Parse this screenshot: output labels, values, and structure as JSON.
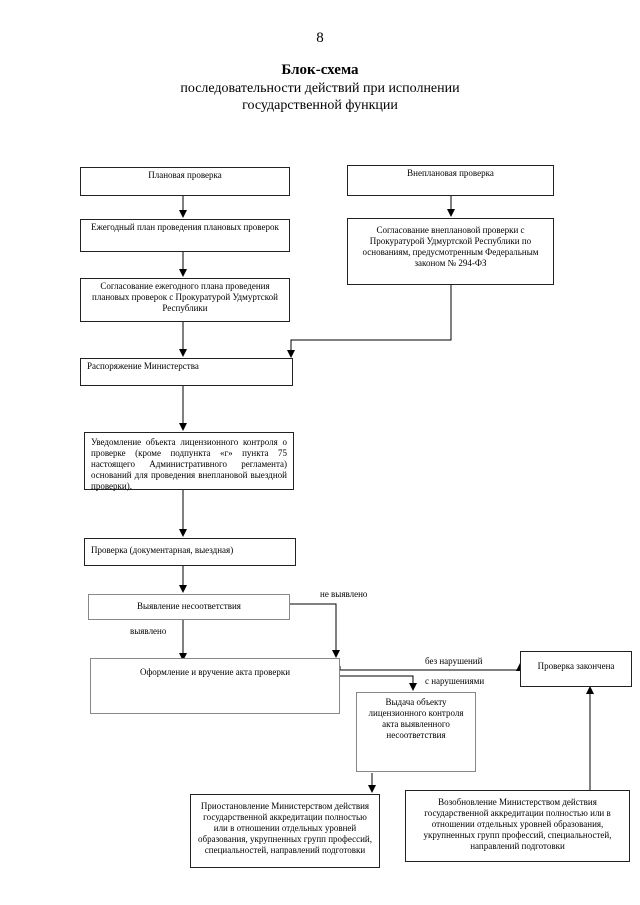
{
  "page_number": "8",
  "title": "Блок-схема",
  "subtitle": "последовательности действий при исполнении государственной функции",
  "nodes": {
    "planned": "Плановая проверка",
    "unplanned": "Внеплановая проверка",
    "annual_plan": "Ежегодный план проведения плановых проверок",
    "approve_annual": "Согласование ежегодного плана проведения плановых проверок с Прокуратурой Удмуртской Республики",
    "approve_unplanned": "Согласование внеплановой проверки с Прокуратурой Удмуртской Республики по основаниям, предусмотренным Федеральным законом № 294-ФЗ",
    "order": "Распоряжение Министерства",
    "notify": "Уведомление объекта лицензионного контроля о проверке (кроме подпункта «г» пункта 75 настоящего Административного регламента) оснований для проведения внеплановой выездной проверки).",
    "inspection": "Проверка (документарная, выездная)",
    "detect": "Выявление несоответствия",
    "act": "Оформление и вручение акта проверки",
    "finished": "Проверка закончена",
    "issue_order": "Выдача объекту лицензионного контроля акта выявленного несоответствия",
    "suspend": "Приостановление Министерством действия государственной аккредитации полностью или в отношении отдельных уровней образования, укрупненных групп профессий, специальностей, направлений подготовки",
    "resume": "Возобновление Министерством действия государственной аккредитации полностью или в отношении отдельных уровней образования, укрупненных групп профессий, специальностей, направлений подготовки"
  },
  "edge_labels": {
    "not_detected": "не выявлено",
    "detected": "выявлено",
    "no_violations": "без нарушений",
    "with_violations": "с нарушениями"
  }
}
